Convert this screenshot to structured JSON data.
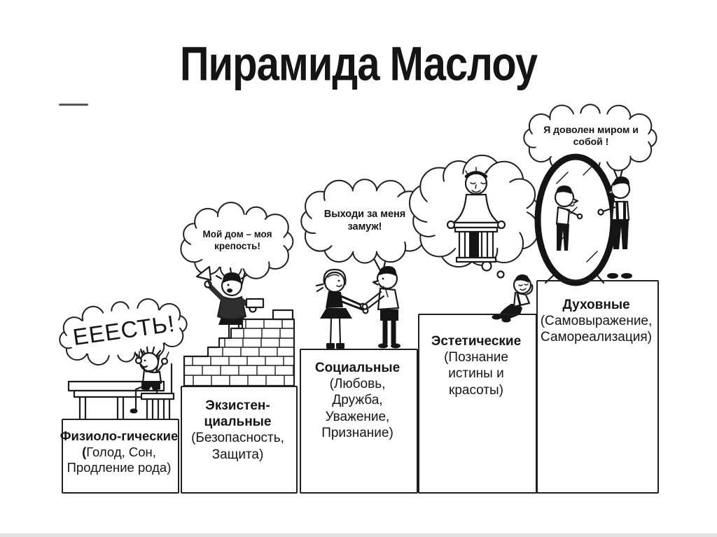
{
  "title": "Пирамида Маслоу",
  "bubbles": {
    "physiological": "ЕЕЕСТЬ!",
    "existential": "Мой дом – моя крепость!",
    "social": "Выходи за меня замуж!",
    "spiritual": "Я доволен миром и собой !"
  },
  "steps": [
    {
      "bold": "Физиоло-гические (",
      "rest": "Голод, Сон, Продление рода)"
    },
    {
      "bold": "Экзистен-циальные",
      "rest": "(Безопасность, Защита)"
    },
    {
      "bold": "Социальные",
      "rest": "(Любовь, Дружба, Уважение, Признание)"
    },
    {
      "bold": "Эстетические",
      "rest": "(Познание истины и красоты)"
    },
    {
      "bold": "Духовные",
      "rest": "(Самовыражение, Самореализация)"
    }
  ],
  "colors": {
    "ink": "#1c1c1c",
    "background": "#ffffff"
  }
}
